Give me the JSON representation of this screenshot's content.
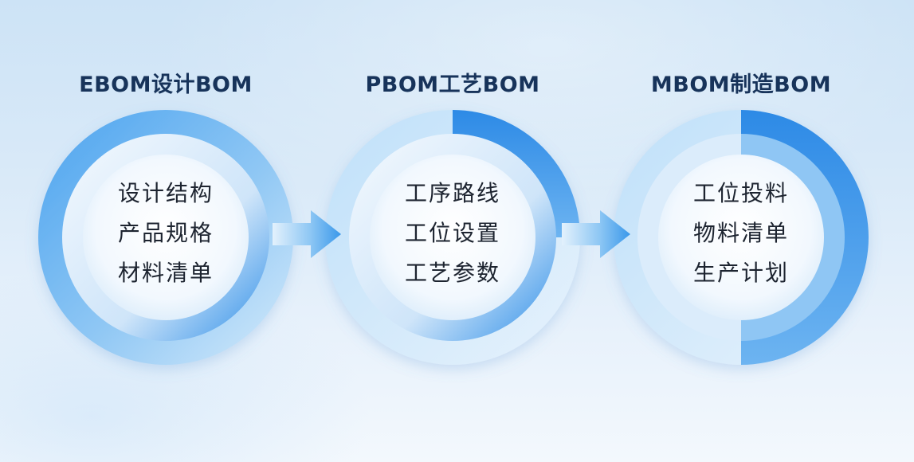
{
  "stages": [
    {
      "title": "EBOM设计BOM",
      "items": [
        "设计结构",
        "产品规格",
        "材料清单"
      ]
    },
    {
      "title": "PBOM工艺BOM",
      "items": [
        "工序路线",
        "工位设置",
        "工艺参数"
      ]
    },
    {
      "title": "MBOM制造BOM",
      "items": [
        "工位投料",
        "物料清单",
        "生产计划"
      ]
    }
  ],
  "colors": {
    "accent_blue": "#2f8fe8",
    "light_blue": "#9fd0f6",
    "title_text": "#17335a",
    "item_text": "#1d2430"
  },
  "connectors": {
    "type": "arrow-right",
    "count": 2
  }
}
